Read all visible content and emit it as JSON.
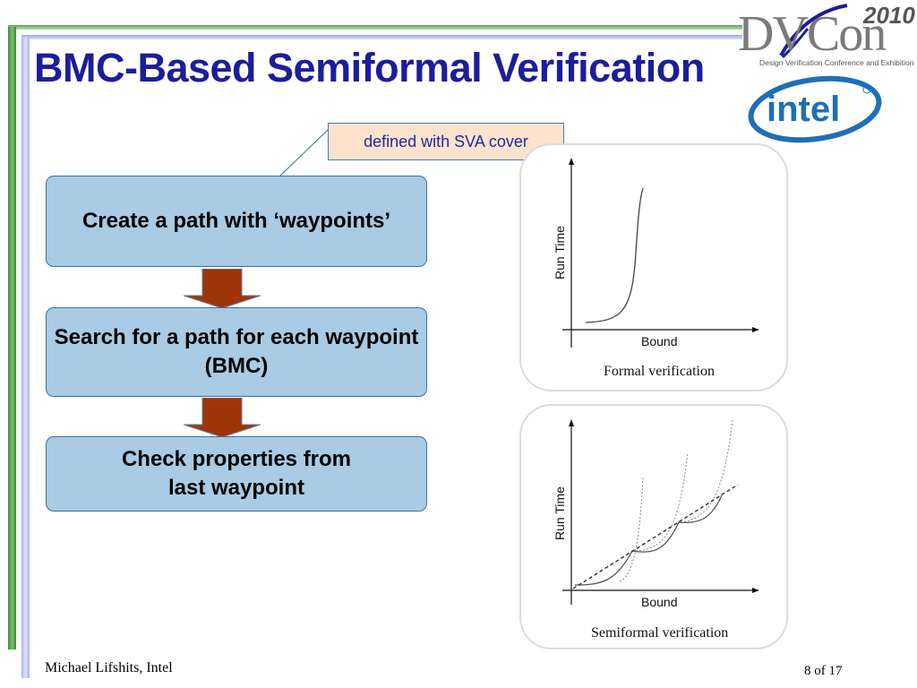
{
  "slide": {
    "title": "BMC-Based Semiformal Verification",
    "callout": "defined with SVA cover",
    "flow": [
      {
        "text": "Create a path with ‘waypoints’"
      },
      {
        "text": "Search for a path for each waypoint (BMC)"
      },
      {
        "text": "Check properties from\nlast waypoint"
      }
    ],
    "graphs": {
      "formal": {
        "ylabel": "Run Time",
        "xlabel": "Bound",
        "caption": "Formal verification"
      },
      "semiformal": {
        "ylabel": "Run Time",
        "xlabel": "Bound",
        "caption": "Semiformal verification"
      }
    }
  },
  "logos": {
    "dvcon_text": "DVCon",
    "dvcon_year": "2010",
    "dvcon_tagline": "Design Verification Conference and Exhibition",
    "intel_text": "intel"
  },
  "footer": {
    "author": "Michael Lifshits, Intel",
    "page": "8 of 17"
  },
  "colors": {
    "title": "#1c1d9c",
    "box_fill": "#a9cbe3",
    "arrow_fill": "#a0350a",
    "callout_fill": "#fde3cd",
    "intel_blue": "#1f6fb6"
  }
}
